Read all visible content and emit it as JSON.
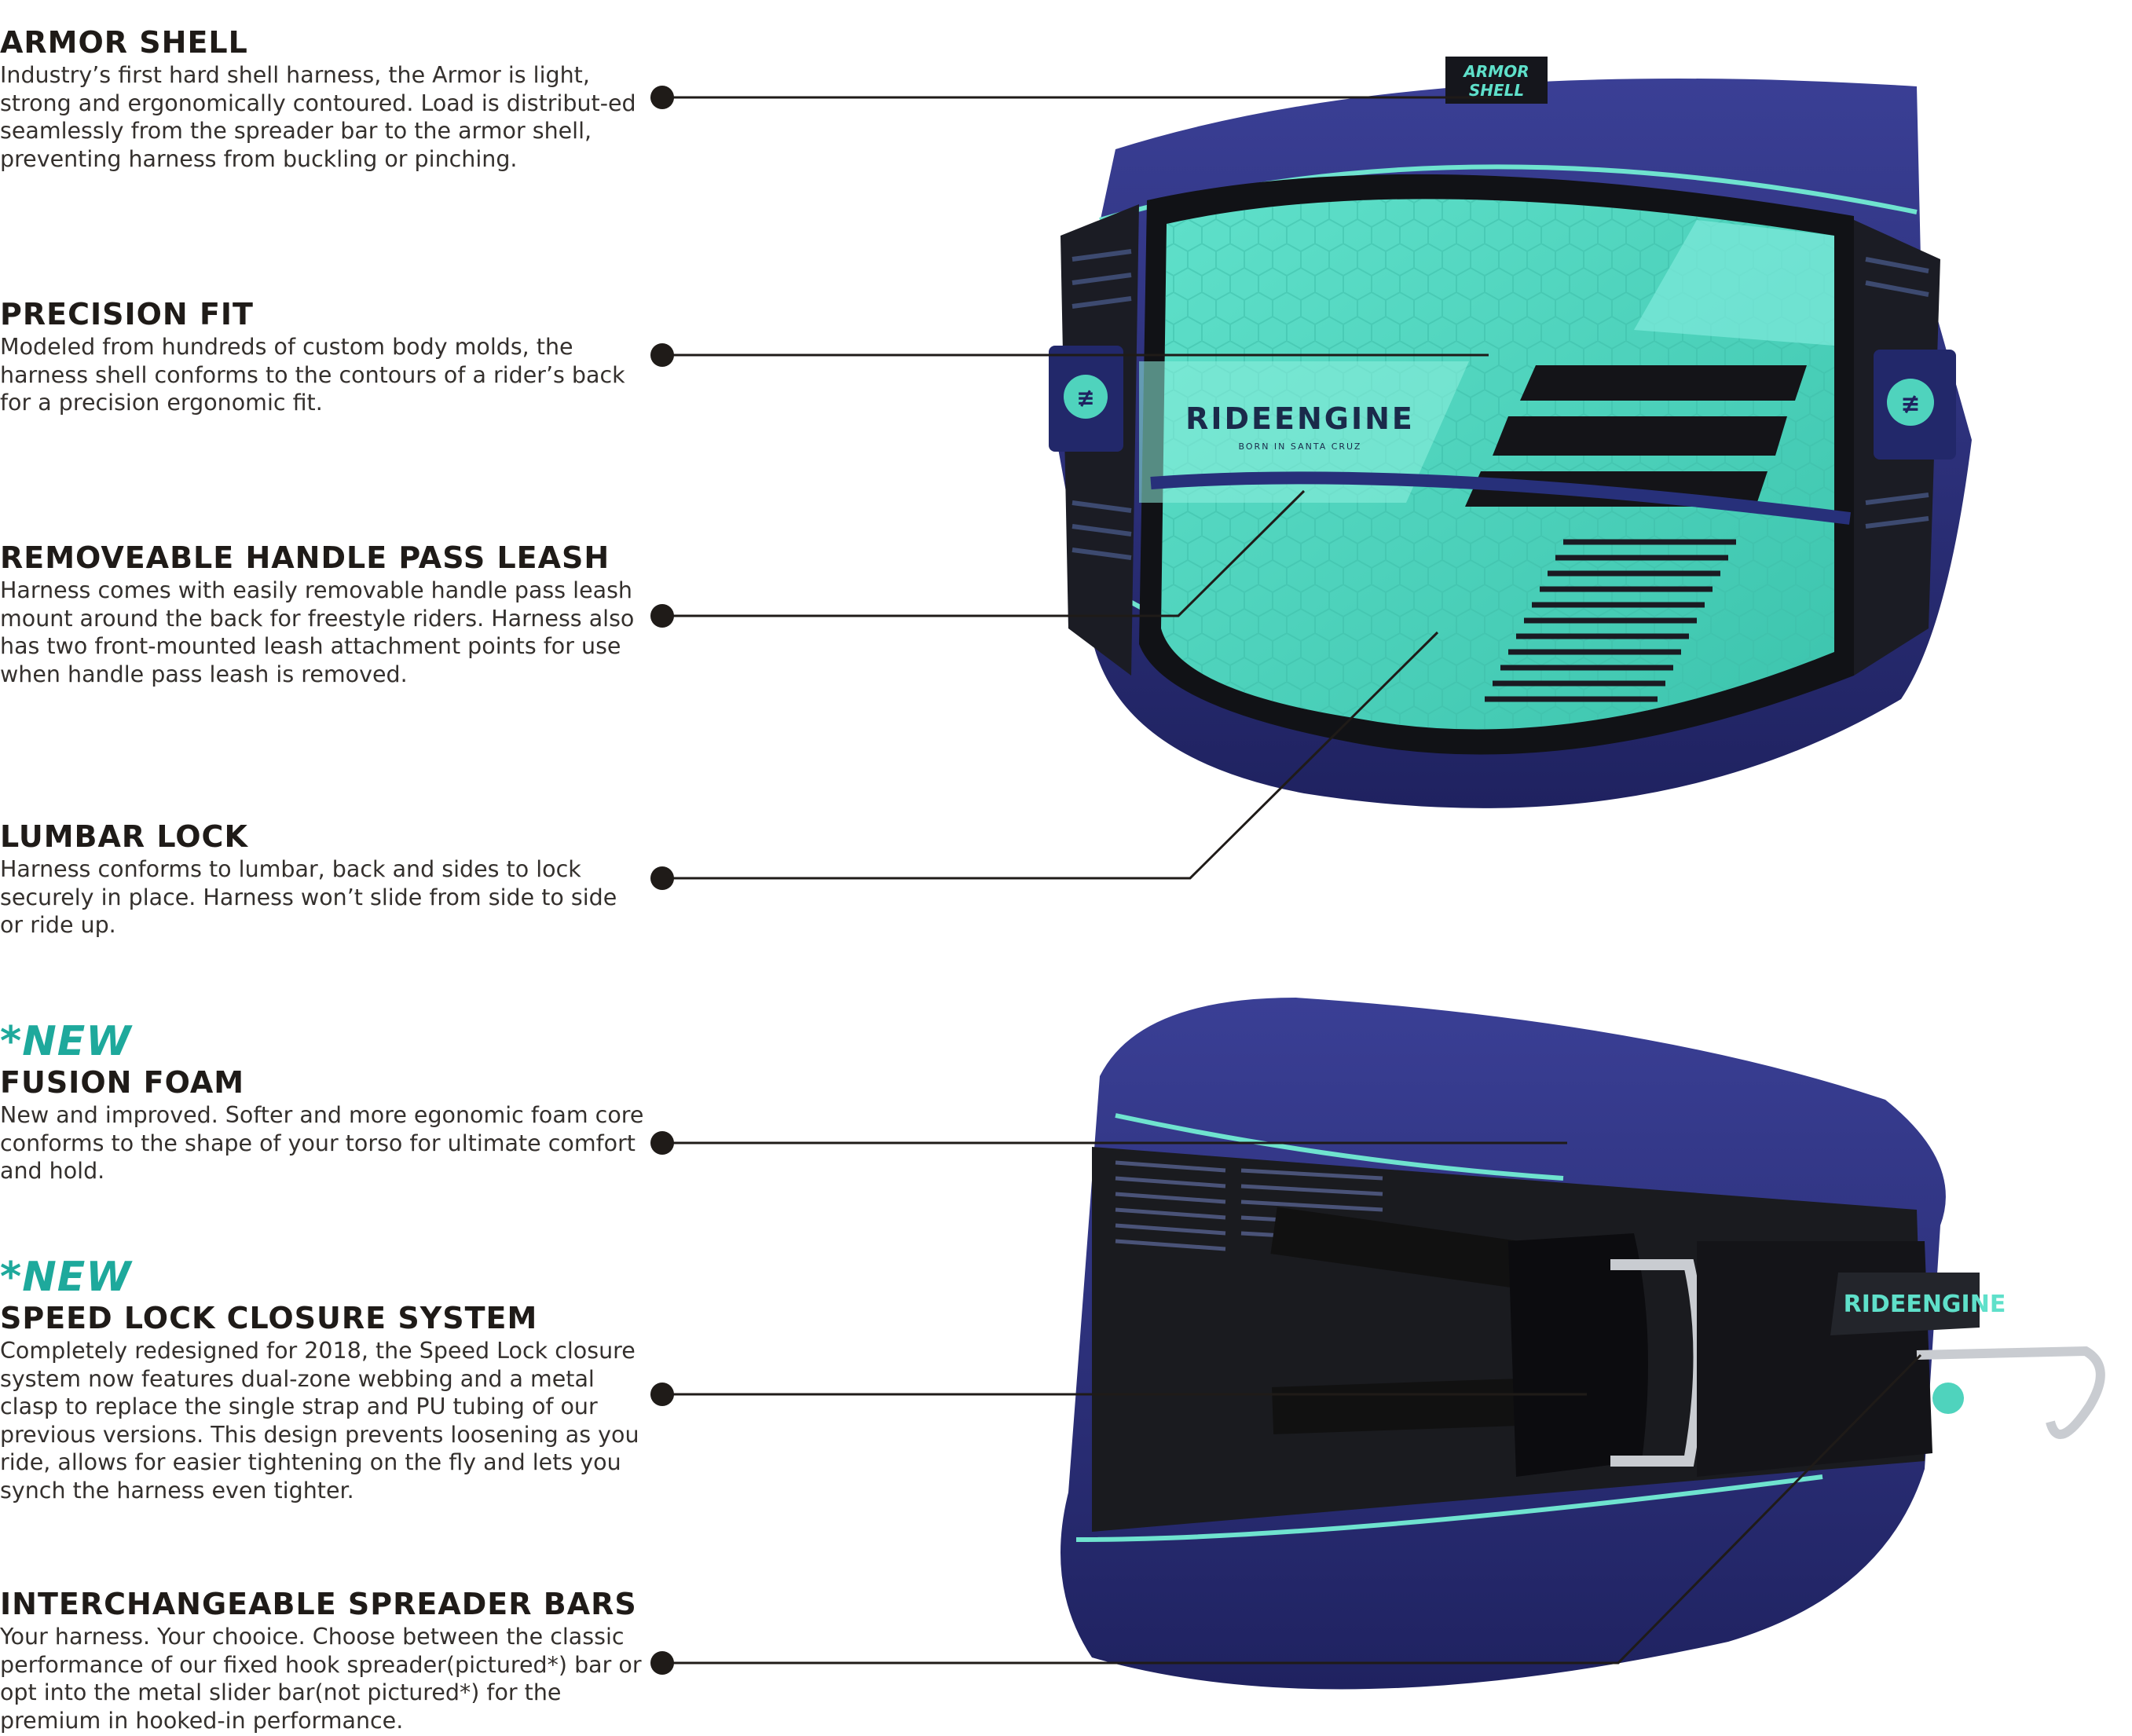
{
  "features": [
    {
      "new": "",
      "title": "ARMOR SHELL",
      "body": "Industry’s first hard shell harness, the Armor is light, strong and ergonomically contoured. Load is distribut-ed seamlessly from the spreader bar to the armor shell, preventing harness from buckling or pinching."
    },
    {
      "new": "",
      "title": "PRECISION FIT",
      "body": "Modeled from hundreds of custom body molds, the harness shell conforms to the contours of a rider’s back for a precision ergonomic fit."
    },
    {
      "new": "",
      "title": "REMOVEABLE HANDLE PASS LEASH",
      "body": "Harness comes with easily removable handle pass leash mount around the back for freestyle riders. Harness also has two front-mounted leash attachment points for use when handle pass leash is removed."
    },
    {
      "new": "",
      "title": "LUMBAR LOCK",
      "body": "Harness conforms to lumbar, back and sides to lock securely in place. Harness won’t slide from side to side or ride up."
    },
    {
      "new": "*NEW",
      "title": "FUSION FOAM",
      "body": "New and improved. Softer and more egonomic foam core conforms to the shape of your torso for ultimate comfort and hold."
    },
    {
      "new": "*NEW",
      "title": "SPEED LOCK CLOSURE SYSTEM",
      "body": "Completely redesigned for 2018, the Speed Lock closure system now features dual-zone webbing and a metal clasp to replace the single strap and PU tubing of our previous versions. This design prevents loosening as you ride, allows for easier tightening on the fly and lets you synch the harness even tighter."
    },
    {
      "new": "",
      "title": "INTERCHANGEABLE SPREADER BARS",
      "body": "Your harness. Your chooice. Choose between the classic performance of our fixed hook spreader(pictured*) bar or opt into the metal slider bar(not pictured*) for the premium in hooked-in performance."
    }
  ],
  "product": {
    "brand": "RIDEENGINE",
    "tagline": "BORN IN SANTA CRUZ",
    "badge_line1": "ARMOR",
    "badge_line2": "SHELL"
  },
  "colors": {
    "accent": "#1ea99c",
    "shell_teal": "#4fd3bd",
    "foam_navy": "#2c2f7a",
    "text": "#1f1b18"
  }
}
